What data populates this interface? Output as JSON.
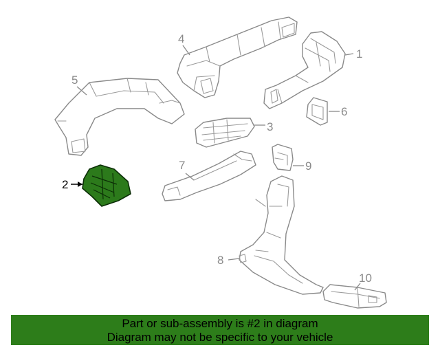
{
  "callouts": {
    "c1": "1",
    "c2": "2",
    "c3": "3",
    "c4": "4",
    "c5": "5",
    "c6": "6",
    "c7": "7",
    "c8": "8",
    "c9": "9",
    "c10": "10"
  },
  "banner": {
    "line1": "Part or sub-assembly is #2 in diagram",
    "line2": "Diagram may not be specific to your vehicle"
  },
  "colors": {
    "highlight_part": "#2c7a1b",
    "banner_background": "#2d7d1a",
    "line_art": "#8a8a8a"
  }
}
